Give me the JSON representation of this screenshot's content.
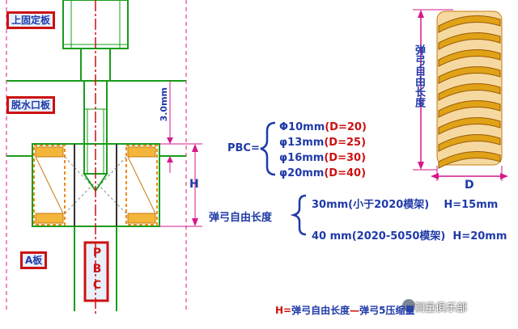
{
  "labels": {
    "top_plate": "上固定板",
    "stripper_plate": "脱水口板",
    "a_plate": "A板",
    "pbc_vertical": [
      "P",
      "B",
      "C"
    ],
    "dim_3mm": "3.0mm",
    "dim_h": "H",
    "dim_d": "D",
    "spring_free_length_vertical": "弹弓自由长度"
  },
  "pbc_spec": {
    "prefix": "PBC=",
    "items": [
      {
        "size": "Φ10mm",
        "note": "(D=20)"
      },
      {
        "size": "φ13mm",
        "note": "(D=25)"
      },
      {
        "size": "φ16mm",
        "note": "(D=30)"
      },
      {
        "size": "φ20mm",
        "note": "(D=40)"
      }
    ]
  },
  "spring_spec": {
    "prefix": "弹弓自由长度",
    "rows": [
      {
        "text": "30mm(小于2020模架)",
        "h": "H=15mm"
      },
      {
        "text": "40 mm(2020-5050模架)",
        "h": "H=20mm"
      }
    ]
  },
  "footer": {
    "text1": "H=",
    "text2": "弹弓自由长度",
    "dash": "—",
    "text3": "弹弓",
    "text4": "5",
    "text5": "压缩量"
  },
  "watermark": "测量俱乐部",
  "colors": {
    "line_green": "#1a9c1a",
    "text_blue": "#1f3aa8",
    "label_red": "#cc1111",
    "dim_magenta": "#d6188c",
    "spring_gold": "#e0a216"
  }
}
